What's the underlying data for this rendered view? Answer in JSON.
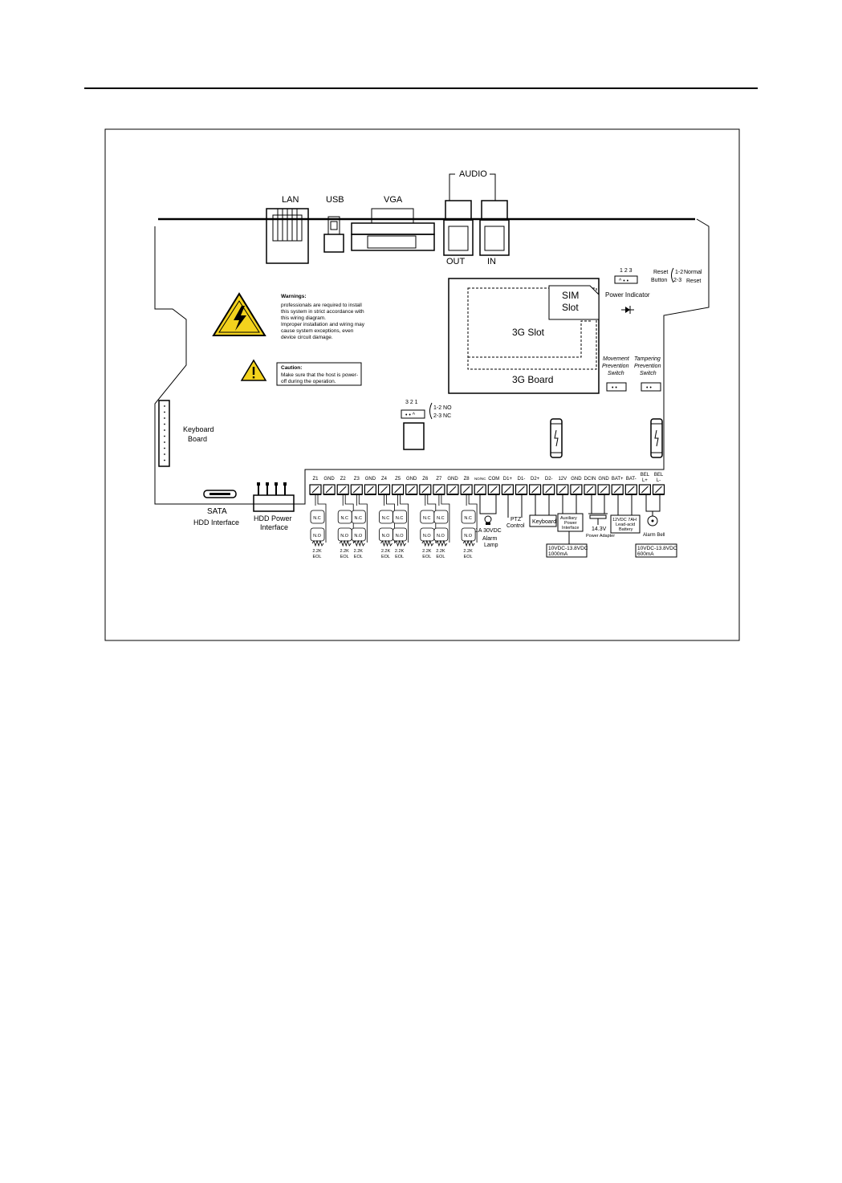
{
  "ports": {
    "audio": "AUDIO",
    "lan": "LAN",
    "usb": "USB",
    "vga": "VGA",
    "out": "OUT",
    "in": "IN"
  },
  "warnings": {
    "title": "Warnings:",
    "lines": [
      "professionals are required to install",
      "this system in strict accordance with",
      "this wiring diagram.",
      "Improper installation and wiring may",
      "cause system exceptions, even",
      "device circuit damage."
    ]
  },
  "caution": {
    "title": "Caution:",
    "lines": [
      "Make sure that the host is power-",
      "off during the operation."
    ]
  },
  "board": {
    "sim_slot": [
      "SIM",
      "Slot"
    ],
    "slot_3g": "3G Slot",
    "board_3g": "3G Board",
    "power_indicator": "Power Indicator",
    "reset_pins": "1  2  3",
    "reset_button": [
      "Reset",
      "Button"
    ],
    "reset_options": [
      "1-2",
      "2-3"
    ],
    "reset_modes": [
      "Normal",
      "Reset"
    ],
    "movement_switch": [
      "Movement",
      "Prevention",
      "Switch"
    ],
    "tamper_switch": [
      "Tampering",
      "Prevention",
      "Switch"
    ],
    "jumper_pins": "3  2  1",
    "jumper_options": [
      "1-2 NO",
      "2-3 NC"
    ],
    "keyboard_board": [
      "Keyboard",
      "Board"
    ],
    "sata": "SATA",
    "hdd_interface": "HDD Interface",
    "hdd_power": [
      "HDD Power",
      "Interface"
    ]
  },
  "terminals": [
    "Z1",
    "GND",
    "Z2",
    "Z3",
    "GND",
    "Z4",
    "Z5",
    "GND",
    "Z6",
    "Z7",
    "GND",
    "Z8",
    "NO/NC",
    "COM",
    "D1+",
    "D1-",
    "D2+",
    "D2-",
    "12V",
    "GND",
    "DCIN",
    "GND",
    "BAT+",
    "BAT-",
    "BEL L+",
    "BEL L-"
  ],
  "wiring": {
    "nc": "N.C",
    "no": "N.O",
    "eol": [
      "2.2K",
      "EOL"
    ],
    "alarm_lamp_rating": "1A 30VDC",
    "alarm_lamp": [
      "Alarm",
      "Lamp"
    ],
    "ptz": [
      "PTZ",
      "Control"
    ],
    "keyboard": "Keyboard",
    "aux_power": [
      "Auxiliary",
      "Power",
      "Interface"
    ],
    "aux_rating": [
      "10VDC-13.8VDC",
      "1000mA"
    ],
    "adapter_voltage": "14.3V",
    "power_adapter": "Power Adapter",
    "battery": [
      "12VDC   7AH",
      "Lead-acid",
      "Battery"
    ],
    "alarm_bell": "Alarm Bell",
    "bell_rating": [
      "10VDC-13.8VDC",
      "600mA"
    ]
  }
}
